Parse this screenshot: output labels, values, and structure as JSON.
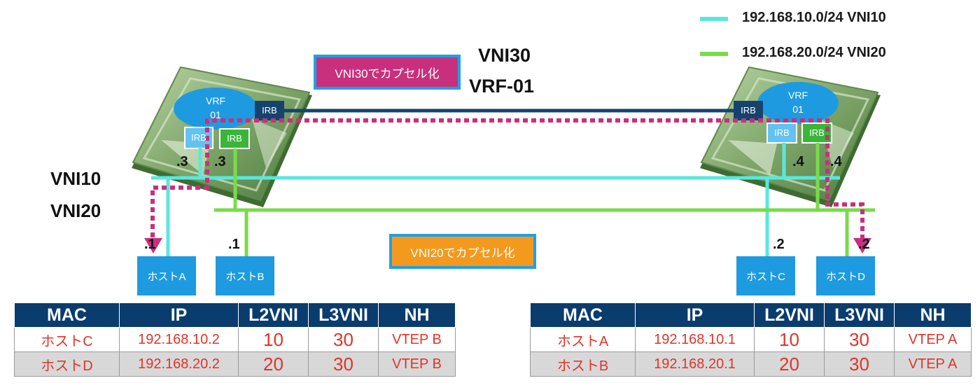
{
  "legend": [
    {
      "label": "192.168.10.0/24 VNI10",
      "color": "#58e8de"
    },
    {
      "label": "192.168.20.0/24 VNI20",
      "color": "#78dc4a"
    }
  ],
  "vni_labels": {
    "vni10": "VNI10",
    "vni20": "VNI20"
  },
  "vrf_title": {
    "vni": "VNI30",
    "vrf": "VRF-01"
  },
  "captions": {
    "l3": {
      "text": "VNI30でカプセル化",
      "fill": "#c8307e",
      "border": "#1ea0e6"
    },
    "l2": {
      "text": "VNI20でカプセル化",
      "fill": "#f39a1e",
      "border": "#1ea0e6"
    }
  },
  "switches": {
    "left": {
      "vrf": "VRF",
      "vrf_sub": "01",
      "irb_l3": "IRB",
      "irb_10": "IRB",
      "irb_20": "IRB",
      "addr_10": ".3",
      "addr_20": ".3"
    },
    "right": {
      "vrf": "VRF",
      "vrf_sub": "01",
      "irb_l3": "IRB",
      "irb_10": "IRB",
      "irb_20": "IRB",
      "addr_10": ".4",
      "addr_20": ".4"
    }
  },
  "hosts": [
    {
      "name": "ホストA",
      "addr": ".1"
    },
    {
      "name": "ホストB",
      "addr": ".1"
    },
    {
      "name": "ホストC",
      "addr": ".2"
    },
    {
      "name": "ホストD",
      "addr": ".2"
    }
  ],
  "colors": {
    "vni10": "#58e8de",
    "vni20": "#78dc4a",
    "l3": "#16436e",
    "path": "#c8307e"
  },
  "tables": {
    "headers": [
      "MAC",
      "IP",
      "L2VNI",
      "L3VNI",
      "NH"
    ],
    "left": [
      [
        "ホストC",
        "192.168.10.2",
        "10",
        "30",
        "VTEP B"
      ],
      [
        "ホストD",
        "192.168.20.2",
        "20",
        "30",
        "VTEP B"
      ]
    ],
    "right": [
      [
        "ホストA",
        "192.168.10.1",
        "10",
        "30",
        "VTEP A"
      ],
      [
        "ホストB",
        "192.168.20.1",
        "20",
        "30",
        "VTEP A"
      ]
    ]
  }
}
